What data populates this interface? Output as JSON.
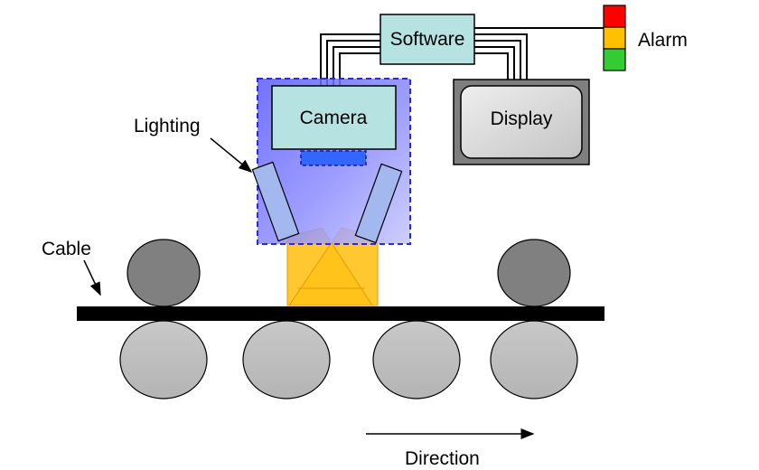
{
  "labels": {
    "software": "Software",
    "camera": "Camera",
    "display": "Display",
    "alarm": "Alarm",
    "lighting": "Lighting",
    "cable": "Cable",
    "direction": "Direction"
  },
  "colors": {
    "software_fill": "#b7e2e2",
    "camera_fill": "#b7e2e2",
    "enclosure_fill": "#7d7dff",
    "enclosure_border": "#2a2ad8",
    "lens_fill": "#3366ff",
    "light_fill": "#a4b8f0",
    "beam_fill": "#ffc21a",
    "display_outer": "#7f7f7f",
    "display_inner": "#d4d4d4",
    "upper_roller": "#808080",
    "lower_roller": "#c0c0c0",
    "cable_bar": "#000000",
    "alarm_red": "#ff0000",
    "alarm_amber": "#ffc000",
    "alarm_green": "#33cc33"
  }
}
